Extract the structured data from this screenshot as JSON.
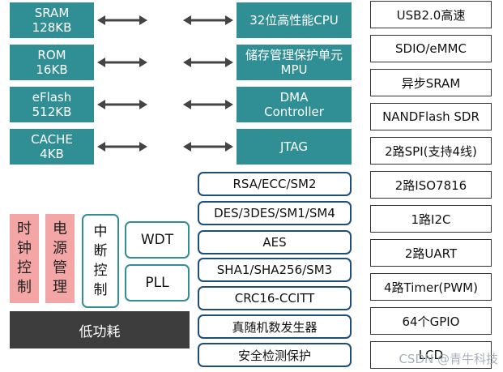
{
  "left_blocks": [
    {
      "line1": "SRAM",
      "line2": "128KB"
    },
    {
      "line1": "ROM",
      "line2": "16KB"
    },
    {
      "line1": "eFlash",
      "line2": "512KB"
    },
    {
      "line1": "CACHE",
      "line2": "4KB"
    }
  ],
  "mid_blocks": [
    {
      "line1": "32位高性能CPU",
      "line2": ""
    },
    {
      "line1": "储存管理保护单元",
      "line2": "MPU"
    },
    {
      "line1": "DMA",
      "line2": "Controller"
    },
    {
      "line1": "JTAG",
      "line2": ""
    }
  ],
  "security_blocks": [
    "RSA/ECC/SM2",
    "DES/3DES/SM1/SM4",
    "AES",
    "SHA1/SHA256/SM3",
    "CRC16-CCITT",
    "真随机数发生器",
    "安全检测保护"
  ],
  "peripherals": [
    "USB2.0高速",
    "SDIO/eMMC",
    "异步SRAM",
    "NANDFlash SDR",
    "2路SPI(支持4线)",
    "2路ISO7816",
    "1路I2C",
    "2路UART",
    "4路Timer(PWM)",
    "64个GPIO",
    "LCD"
  ],
  "clock_control": [
    "时",
    "钟",
    "控",
    "制"
  ],
  "power_management": [
    "电",
    "源",
    "管",
    "理"
  ],
  "interrupt_control": [
    "中",
    "断",
    "控",
    "制"
  ],
  "wdt": "WDT",
  "pll": "PLL",
  "low_power": "低功耗",
  "watermark": "CSDN @青牛科技",
  "colors": {
    "teal": "#2f8f94",
    "pink": "#f4a6a6",
    "navy": "#1f4e79",
    "dark": "#3d3d3d"
  }
}
